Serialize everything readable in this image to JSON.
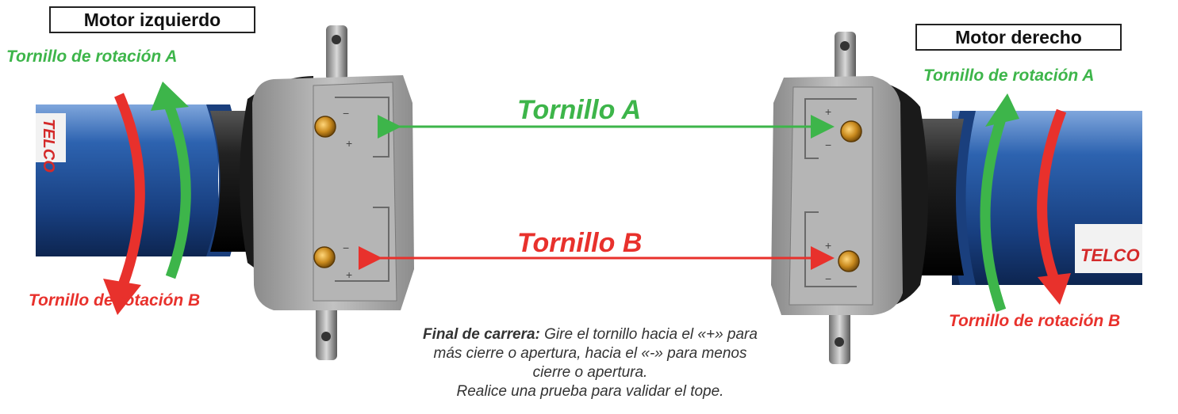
{
  "labels": {
    "left_motor": "Motor izquierdo",
    "right_motor": "Motor derecho",
    "left_rotation_a": "Tornillo de rotación A",
    "left_rotation_b": "Tornillo de rotación B",
    "right_rotation_a": "Tornillo de rotación A",
    "right_rotation_b": "Tornillo de rotación B",
    "screw_a": "Tornillo A",
    "screw_b": "Tornillo B",
    "brand": "TELCO"
  },
  "note": {
    "heading": "Final de carrera:",
    "line1": " Gire el tornillo hacia el «+» para",
    "line2": "más cierre o apertura, hacia el «-» para menos",
    "line3": "cierre o apertura.",
    "line4": "Realice una prueba para validar el tope."
  },
  "colors": {
    "green": "#3db54a",
    "red": "#e8312c",
    "tube": "#1f4f9a",
    "metal": "#a9a9a9"
  }
}
